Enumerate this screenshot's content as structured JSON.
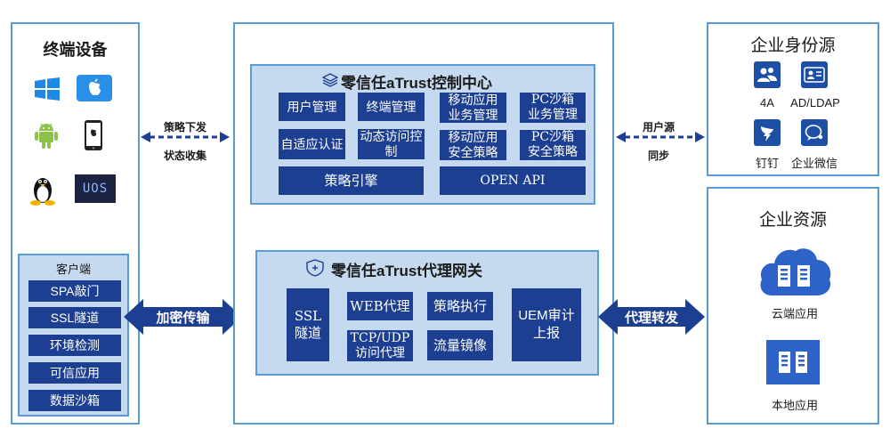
{
  "left": {
    "title": "终端设备",
    "devices": [
      "windows-icon",
      "apple-icon",
      "android-icon",
      "iphone-icon",
      "linux-icon",
      "uos-icon"
    ],
    "uos_text": "UOS",
    "client": {
      "title": "客户端",
      "items": [
        "SPA敲门",
        "SSL隧道",
        "环境检测",
        "可信应用",
        "数据沙箱"
      ]
    }
  },
  "arrows": {
    "policy_down": "策略下发",
    "status_collect": "状态收集",
    "encrypted": "加密传输",
    "user_source": "用户源",
    "sync": "同步",
    "proxy_forward": "代理转发"
  },
  "control": {
    "title": "零信任aTrust控制中心",
    "row1": [
      "用户管理",
      "终端管理"
    ],
    "row2": [
      "自适应认证",
      "动态访问控制"
    ],
    "mobile_biz": "移动应用\n业务管理",
    "pc_biz": "PC沙箱\n业务管理",
    "mobile_sec": "移动应用\n安全策略",
    "pc_sec": "PC沙箱\n安全策略",
    "policy_engine": "策略引擎",
    "open_api": "OPEN API"
  },
  "gateway": {
    "title": "零信任aTrust代理网关",
    "ssl": "SSL\n隧道",
    "web_proxy": "WEB代理",
    "policy_exec": "策略执行",
    "tcp_udp": "TCP/UDP\n访问代理",
    "traffic_mirror": "流量镜像",
    "uem": "UEM审计\n上报"
  },
  "identity": {
    "title": "企业身份源",
    "items": [
      {
        "icon": "users-icon",
        "label": "4A"
      },
      {
        "icon": "id-card-icon",
        "label": "AD/LDAP"
      },
      {
        "icon": "dingtalk-icon",
        "label": "钉钉"
      },
      {
        "icon": "wechat-work-icon",
        "label": "企业微信"
      }
    ]
  },
  "resource": {
    "title": "企业资源",
    "cloud_label": "云端应用",
    "local_label": "本地应用"
  },
  "colors": {
    "dark_blue": "#1d3f91",
    "light_blue": "#c5daf0",
    "border_blue": "#5b9bd5"
  }
}
